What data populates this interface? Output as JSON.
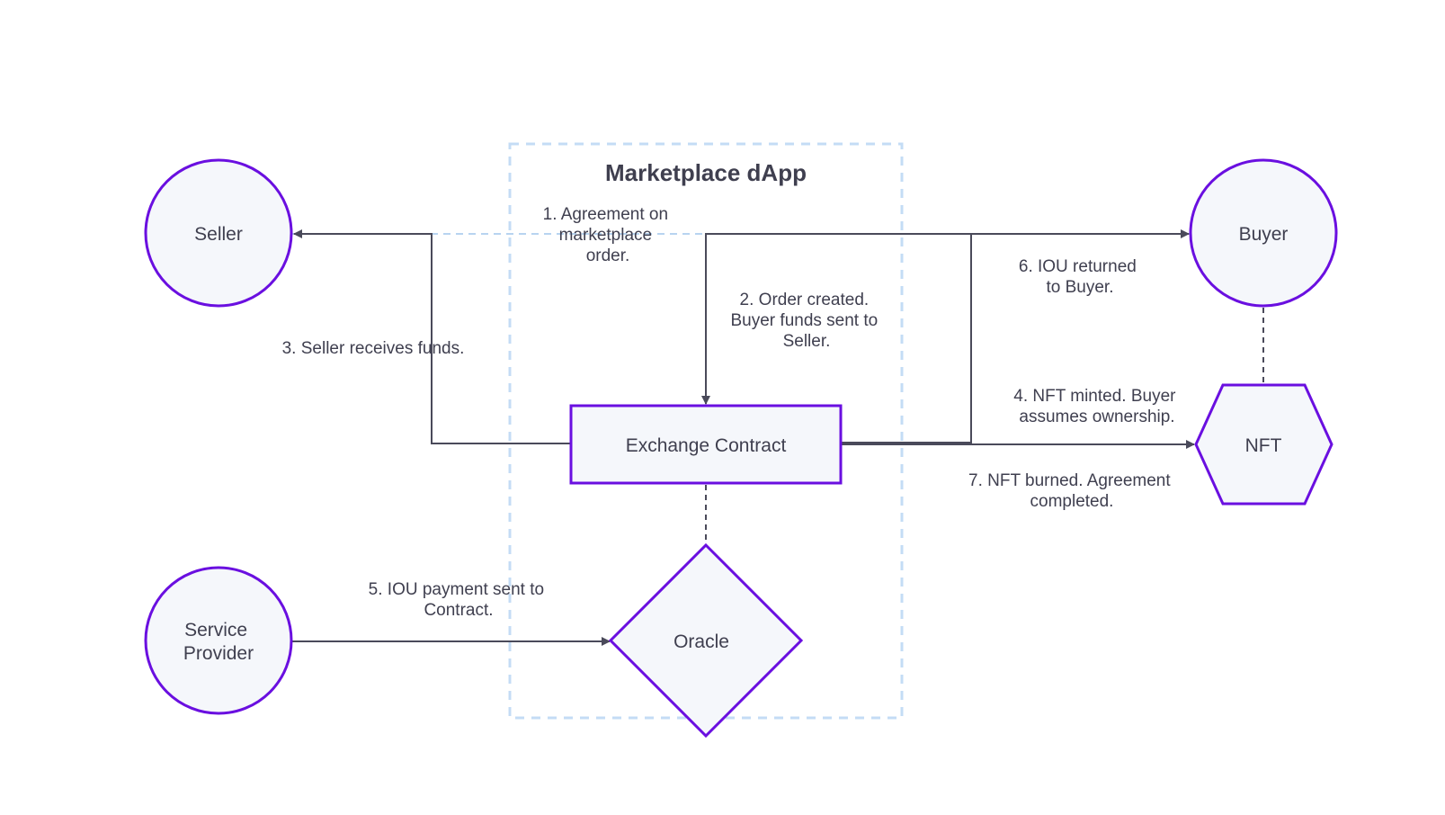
{
  "diagram": {
    "group": {
      "title": "Marketplace dApp"
    },
    "nodes": {
      "seller": {
        "label": "Seller",
        "shape": "circle"
      },
      "buyer": {
        "label": "Buyer",
        "shape": "circle"
      },
      "exchange": {
        "label": "Exchange Contract",
        "shape": "rectangle"
      },
      "nft": {
        "label": "NFT",
        "shape": "hexagon"
      },
      "service_provider": {
        "label_lines": [
          "Service",
          "Provider"
        ],
        "shape": "circle"
      },
      "oracle": {
        "label": "Oracle",
        "shape": "diamond"
      }
    },
    "edges": {
      "agreement": {
        "lines": [
          "1. Agreement on",
          "marketplace",
          "order."
        ]
      },
      "order_created": {
        "lines": [
          "2. Order created.",
          "Buyer funds sent to",
          "Seller."
        ]
      },
      "seller_receives": {
        "lines": [
          "3. Seller receives funds."
        ]
      },
      "nft_minted": {
        "lines": [
          "4. NFT minted. Buyer",
          "assumes ownership."
        ]
      },
      "iou_payment": {
        "lines": [
          "5. IOU payment sent to",
          "Contract."
        ]
      },
      "iou_returned": {
        "lines": [
          "6. IOU returned",
          "to Buyer."
        ]
      },
      "nft_burned": {
        "lines": [
          "7. NFT burned. Agreement",
          "completed."
        ]
      }
    },
    "colors": {
      "node_stroke": "#6a0fe0",
      "node_fill": "#f5f7fb",
      "edge": "#4a4a5a",
      "group_border": "#c4dcf5",
      "text": "#3f3f4f"
    }
  }
}
